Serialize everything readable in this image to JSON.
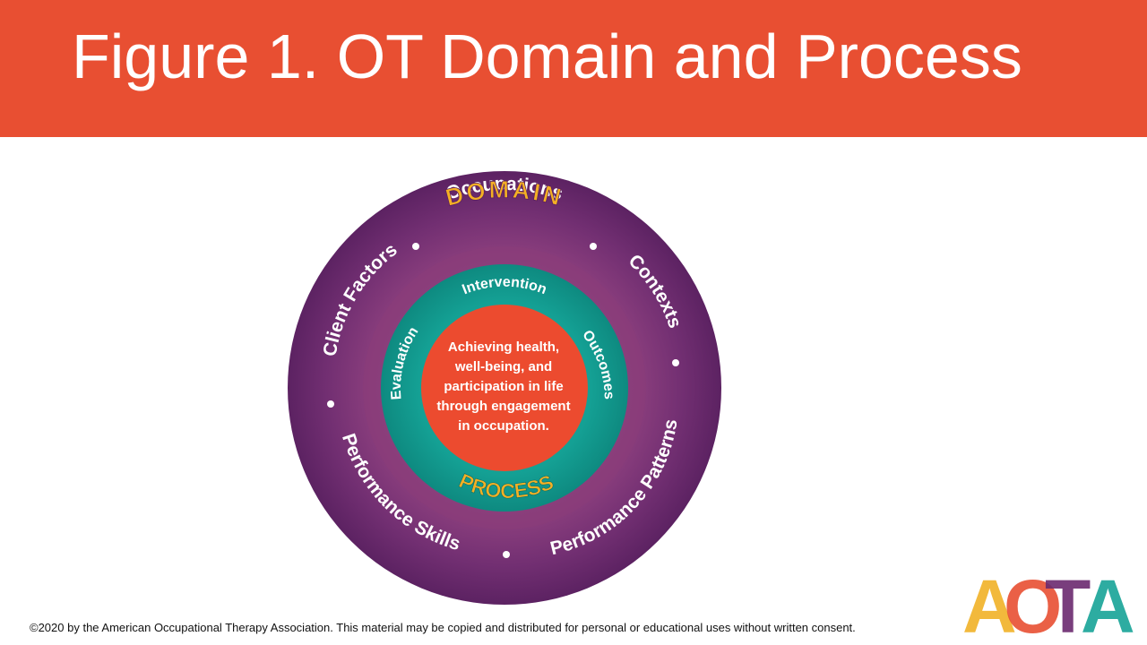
{
  "title": "Figure 1. OT Domain and Process",
  "diagram": {
    "domain_label": "DOMAIN",
    "domain_items": [
      "Occupations",
      "Contexts",
      "Performance Patterns",
      "Performance Skills",
      "Client Factors"
    ],
    "process_items": [
      "Intervention",
      "Outcomes",
      "Evaluation"
    ],
    "process_label": "PROCESS",
    "center_text": [
      "Achieving health,",
      "well-being, and",
      "participation in life",
      "through engagement",
      "in occupation."
    ]
  },
  "logo": {
    "letters": [
      "A",
      "O",
      "T",
      "A"
    ]
  },
  "copyright": "©2020 by the American Occupational Therapy Association. This material may be copied and distributed for personal or educational uses without written consent.",
  "colors": {
    "title_bar": "#e84f32",
    "outer_ring": "#6b2a6f",
    "inner_ring": "#129a8e",
    "center": "#ec4b2f",
    "gold_label": "#f4b024"
  }
}
